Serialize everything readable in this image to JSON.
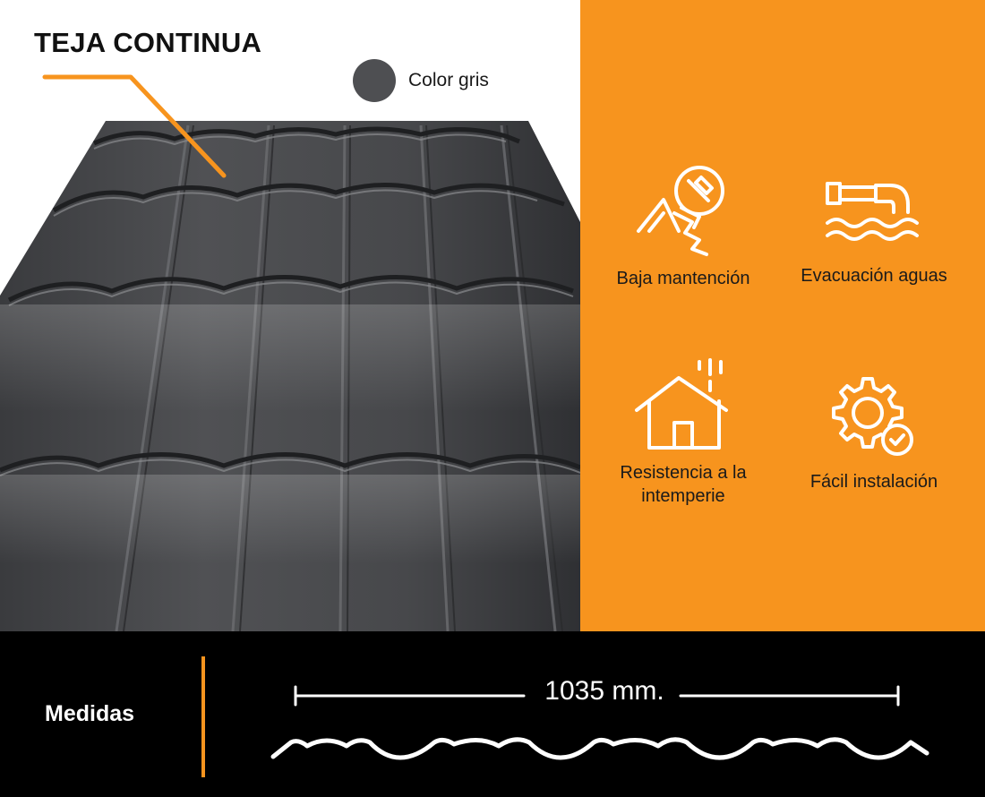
{
  "product": {
    "title": "TEJA CONTINUA",
    "color_label": "Color gris",
    "color_swatch": "#4e4f52"
  },
  "accent_color": "#f7941e",
  "features": [
    {
      "label": "Baja mantención",
      "icon": "roof-repair-icon"
    },
    {
      "label": "Evacuación aguas",
      "icon": "water-drainage-icon"
    },
    {
      "label_line1": "Resistencia a la",
      "label_line2": "intemperie",
      "icon": "house-weather-icon"
    },
    {
      "label": "Fácil instalación",
      "icon": "gear-check-icon"
    }
  ],
  "measures": {
    "label": "Medidas",
    "width_value": "1035 mm."
  }
}
